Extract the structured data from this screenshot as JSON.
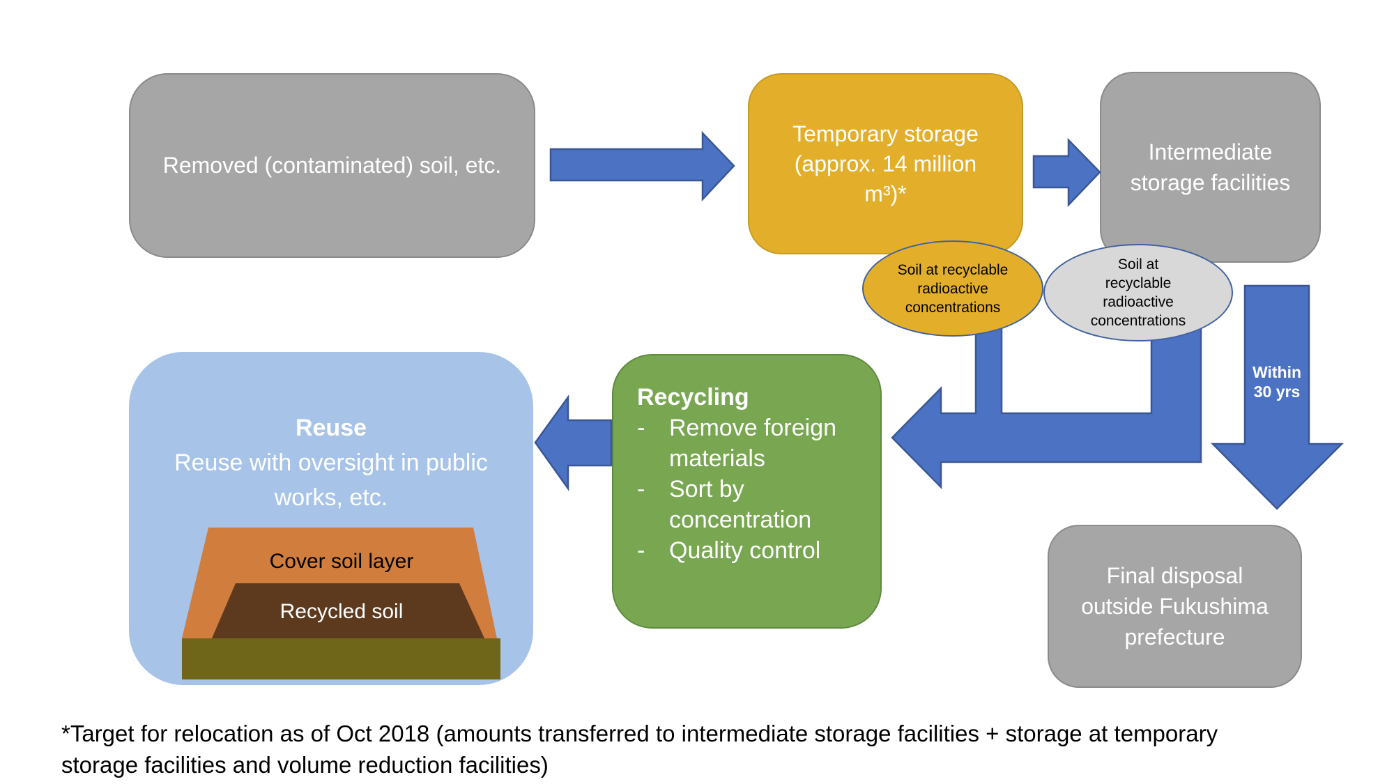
{
  "diagram": {
    "removed_box": {
      "label": "Removed (contaminated) soil, etc."
    },
    "temporary_box": {
      "line1": "Temporary storage",
      "line2": "(approx. 14 million",
      "line3": "m³)*"
    },
    "intermediate_box": {
      "line1": "Intermediate",
      "line2": "storage facilities"
    },
    "recyclable_ellipse_left": {
      "line1": "Soil at recyclable",
      "line2": "radioactive",
      "line3": "concentrations"
    },
    "recyclable_ellipse_right": {
      "line1": "Soil at",
      "line2": "recyclable",
      "line3": "radioactive",
      "line4": "concentrations"
    },
    "within_arrow": {
      "line1": "Within",
      "line2": "30 yrs"
    },
    "final_box": {
      "line1": "Final disposal",
      "line2": "outside Fukushima",
      "line3": "prefecture"
    },
    "recycling_box": {
      "title": "Recycling",
      "bullet_char": "-",
      "bullets": [
        "Remove foreign materials",
        "Sort by concentration",
        "Quality control"
      ]
    },
    "reuse_box": {
      "title": "Reuse",
      "line1": "Reuse with oversight in public",
      "line2": "works, etc."
    },
    "mound": {
      "cover_label": "Cover soil layer",
      "recycled_label": "Recycled soil"
    },
    "footnote": {
      "line1": "*Target for relocation as of Oct 2018 (amounts transferred to intermediate storage facilities + storage at temporary",
      "line2": "storage facilities and volume reduction facilities)"
    }
  },
  "colors": {
    "gray_box": "#A6A6A6",
    "gray_box_border": "#8A8A8A",
    "gold": "#E3AF2A",
    "gold_border": "#C59B22",
    "green": "#79A751",
    "green_border": "#5E8A3C",
    "light_blue": "#A8C3E8",
    "arrow_fill": "#4C72C4",
    "arrow_border": "#3A5795",
    "ellipse_border": "#41619F",
    "gray_ellipse_fill": "#D8D8D8",
    "mound_orange": "#D07D3D",
    "mound_brown": "#5D3A1E",
    "mound_olive": "#6F661A",
    "text_on_boxes": "#FFFFFF",
    "text_dark": "#000000"
  }
}
